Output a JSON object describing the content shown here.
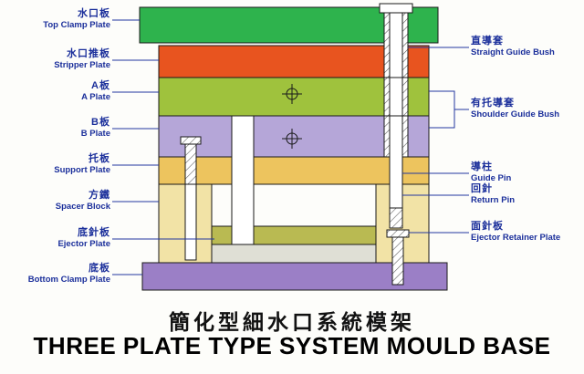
{
  "labels": {
    "left": [
      {
        "zh": "水口板",
        "en": "Top Clamp Plate"
      },
      {
        "zh": "水口推板",
        "en": "Stripper Plate"
      },
      {
        "zh": "A板",
        "en": "A Plate"
      },
      {
        "zh": "B板",
        "en": "B Plate"
      },
      {
        "zh": "托板",
        "en": "Support Plate"
      },
      {
        "zh": "方鐵",
        "en": "Spacer Block"
      },
      {
        "zh": "底針板",
        "en": "Ejector Plate"
      },
      {
        "zh": "底板",
        "en": "Bottom Clamp Plate"
      }
    ],
    "right": [
      {
        "zh": "直導套",
        "en": "Straight Guide Bush"
      },
      {
        "zh": "有托導套",
        "en": "Shoulder Guide Bush"
      },
      {
        "zh": "導柱",
        "en": "Guide Pin"
      },
      {
        "zh": "回針",
        "en": "Return Pin"
      },
      {
        "zh": "面針板",
        "en": "Ejector Retainer Plate"
      }
    ]
  },
  "titles": {
    "zh": "簡化型細水口系統模架",
    "en": "THREE PLATE TYPE SYSTEM MOULD BASE"
  },
  "colors": {
    "top_clamp_plate": "#2eb34d",
    "stripper_plate": "#e8541f",
    "a_plate": "#9fc23d",
    "b_plate": "#b5a6d8",
    "support_plate": "#edc45e",
    "spacer_block": "#f2e3a6",
    "ejector_retainer_plate": "#b9ba52",
    "ejector_plate": "#dfdfd5",
    "bottom_clamp_plate": "#9b7fc6",
    "label_text": "#1b2f9b",
    "leader_line": "#2437a0",
    "outline": "#1a1a1a"
  }
}
